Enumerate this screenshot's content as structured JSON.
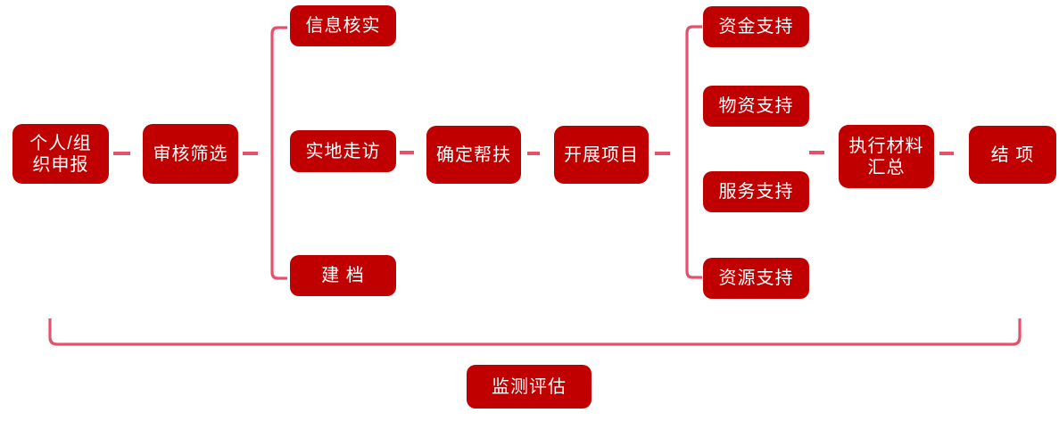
{
  "diagram": {
    "nodes": {
      "declare": "个人/组\n织申报",
      "review": "审核筛选",
      "verify": "信息核实",
      "visit": "实地走访",
      "archive": "建 档",
      "confirm": "确定帮扶",
      "project": "开展项目",
      "fund": "资金支持",
      "goods": "物资支持",
      "service": "服务支持",
      "resource": "资源支持",
      "summary": "执行材料\n汇总",
      "closing": "结 项",
      "monitor": "监测评估"
    },
    "colors": {
      "node_fill": "#C00000",
      "node_text": "#FFFFFF",
      "connector": "#E5516B"
    }
  }
}
